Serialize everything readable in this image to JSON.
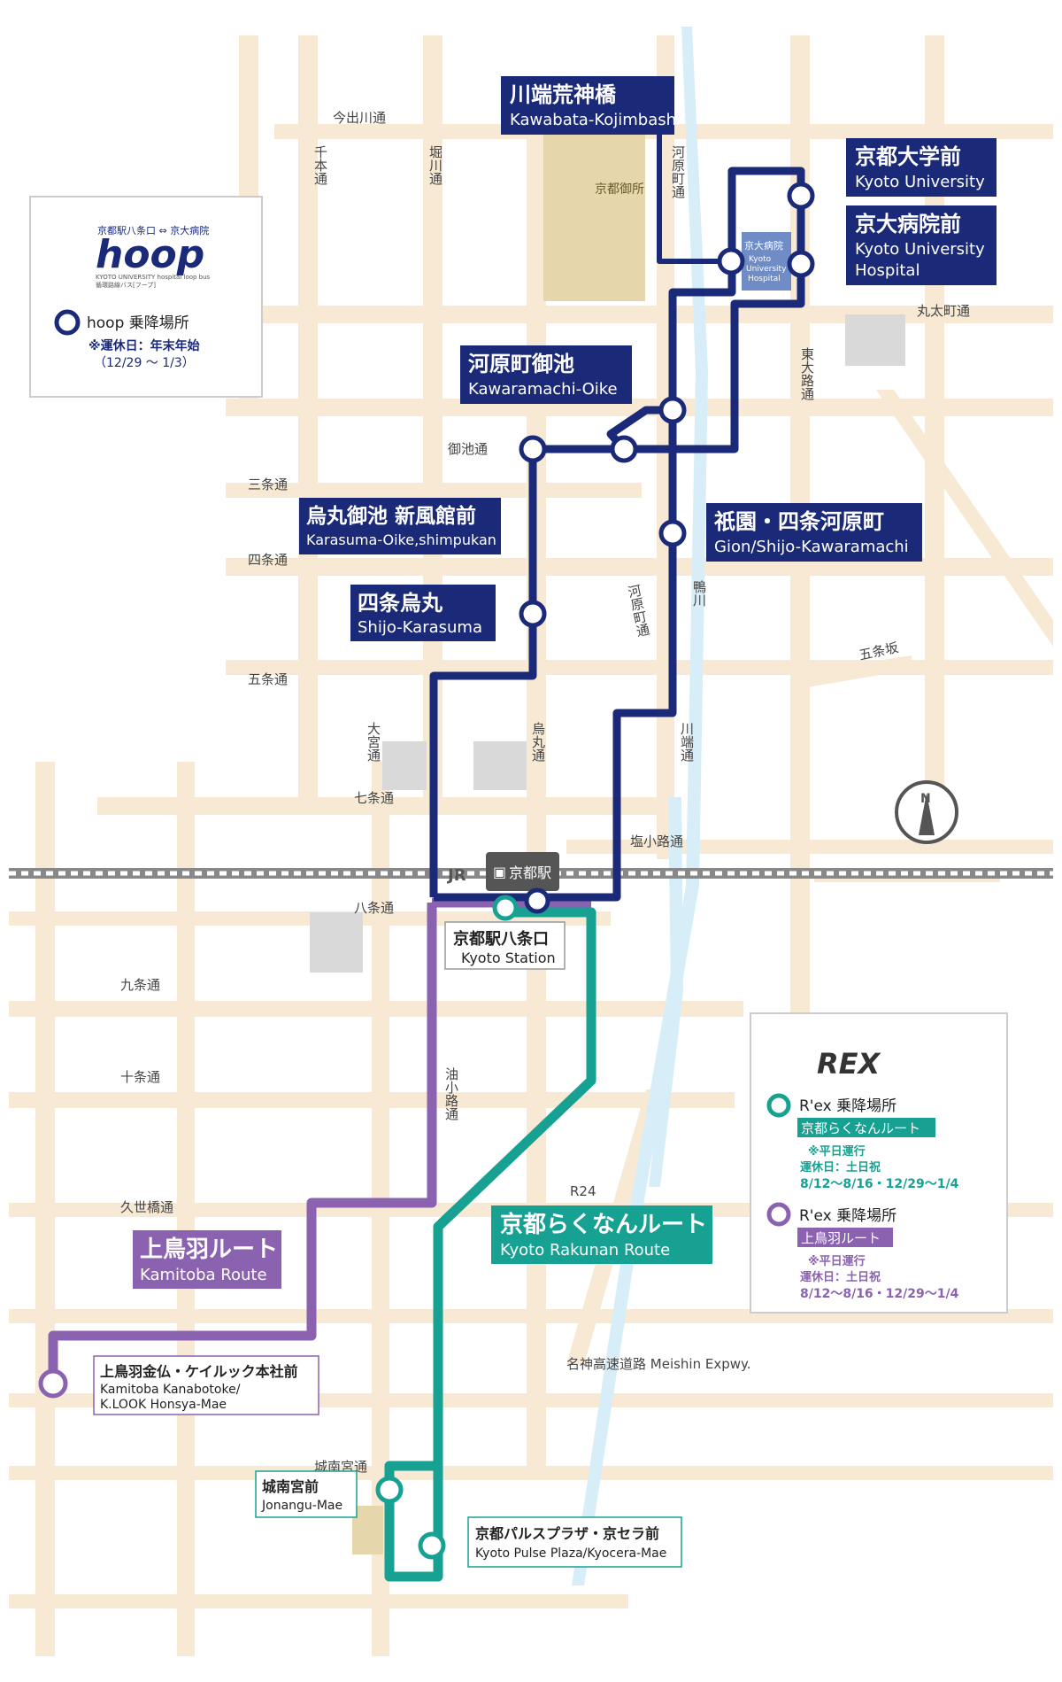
{
  "colors": {
    "road": "#f7e9d4",
    "palace": "#e5d6ab",
    "block": "#d9d9d9",
    "river": "#d7eef9",
    "hoop": "#1b2a78",
    "rakunan": "#16a192",
    "kamitoba": "#8b62b0"
  },
  "roads": {
    "imadegawa": "今出川通",
    "senbon": "千本通",
    "horikawa": "堀川通",
    "kawaramachi_n": "河原町通",
    "marutamachi": "丸太町通",
    "higashioji": "東大路通",
    "oike": "御池通",
    "sanjo": "三条通",
    "shijo": "四条通",
    "gojo": "五条通",
    "gojozaka": "五条坂",
    "kawaramachi_s": "河原町通",
    "kamogawa": "鴨川",
    "omiya": "大宮通",
    "karasuma": "烏丸通",
    "kawabata": "川端通",
    "shichijo": "七条通",
    "shiokoji": "塩小路通",
    "hachijo": "八条通",
    "kujo": "九条通",
    "jujo": "十条通",
    "kuzebashi": "久世橋通",
    "aburanokoji": "油小路通",
    "r24": "R24",
    "meishin": "名神高速道路  Meishin Expwy.",
    "jonangu_dori": "城南宮通"
  },
  "places": {
    "gosho": "京都御所",
    "hospital_jp": "京大病院",
    "hospital_en1": "Kyoto",
    "hospital_en2": "University",
    "hospital_en3": "Hospital",
    "jr": "JR",
    "kyoto_eki": "京都駅",
    "compass": "N"
  },
  "hoop_legend": {
    "logo_top": "京都駅八条口 ⇔ 京大病院",
    "logo": "hoop",
    "logo_sub1": "KYOTO UNIVERSITY hospital loop bus",
    "logo_sub2": "循環路線バス[フープ]",
    "stop_label": "hoop 乗降場所",
    "closed": "※運休日：年末年始",
    "closed_dates": "（12/29 ～ 1/3）"
  },
  "rex_legend": {
    "logo": "REX",
    "rakunan_stop": "R'ex 乗降場所",
    "rakunan_route": "京都らくなんルート",
    "rakunan_note1": "※平日運行",
    "rakunan_note2": "運休日：土日祝",
    "rakunan_note3": "8/12～8/16・12/29～1/4",
    "kamitoba_stop": "R'ex 乗降場所",
    "kamitoba_route": "上鳥羽ルート",
    "kamitoba_note1": "※平日運行",
    "kamitoba_note2": "運休日：土日祝",
    "kamitoba_note3": "8/12～8/16・12/29～1/4"
  },
  "stops": {
    "kawabata_jp": "川端荒神橋",
    "kawabata_en": "Kawabata-Kojimbashi",
    "kyodai_jp": "京都大学前",
    "kyodai_en": "Kyoto University",
    "hosp_jp": "京大病院前",
    "hosp_en1": "Kyoto University",
    "hosp_en2": "Hospital",
    "kawaramachi_jp": "河原町御池",
    "kawaramachi_en": "Kawaramachi-Oike",
    "karasuma_oike_jp": "烏丸御池 新風館前",
    "karasuma_oike_en": "Karasuma-Oike,shimpukan",
    "gion_jp": "祇園・四条河原町",
    "gion_en": "Gion/Shijo-Kawaramachi",
    "shijo_jp": "四条烏丸",
    "shijo_en": "Shijo-Karasuma",
    "hachijo_jp": "京都駅八条口",
    "hachijo_en": "Kyoto Station",
    "kanabotoke_jp": "上鳥羽金仏・ケイルック本社前",
    "kanabotoke_en1": "Kamitoba Kanabotoke/",
    "kanabotoke_en2": "K.LOOK Honsya-Mae",
    "jonangu_jp": "城南宮前",
    "jonangu_en": "Jonangu-Mae",
    "pulse_jp": "京都パルスプラザ・京セラ前",
    "pulse_en": "Kyoto Pulse Plaza/Kyocera-Mae"
  },
  "routes": {
    "kamitoba_jp": "上鳥羽ルート",
    "kamitoba_en": "Kamitoba Route",
    "rakunan_jp": "京都らくなんルート",
    "rakunan_en": "Kyoto Rakunan Route"
  }
}
